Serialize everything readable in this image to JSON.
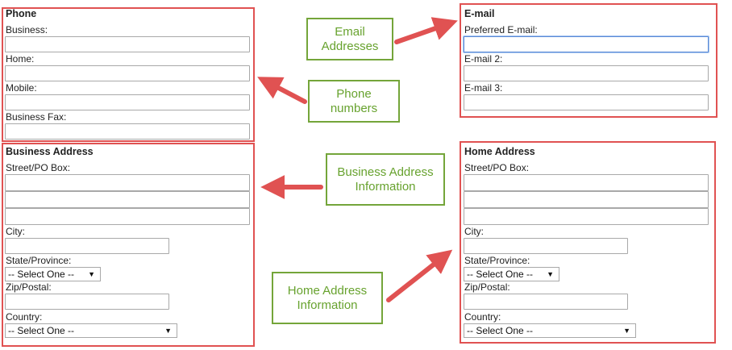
{
  "phone": {
    "title": "Phone",
    "business_label": "Business:",
    "home_label": "Home:",
    "mobile_label": "Mobile:",
    "fax_label": "Business Fax:"
  },
  "email": {
    "title": "E-mail",
    "preferred_label": "Preferred E-mail:",
    "email2_label": "E-mail 2:",
    "email3_label": "E-mail 3:"
  },
  "business_address": {
    "title": "Business Address",
    "street_label": "Street/PO Box:",
    "city_label": "City:",
    "state_label": "State/Province:",
    "state_value": "-- Select One --",
    "zip_label": "Zip/Postal:",
    "country_label": "Country:",
    "country_value": "-- Select One --"
  },
  "home_address": {
    "title": "Home Address",
    "street_label": "Street/PO Box:",
    "city_label": "City:",
    "state_label": "State/Province:",
    "state_value": "-- Select One --",
    "zip_label": "Zip/Postal:",
    "country_label": "Country:",
    "country_value": "-- Select One --"
  },
  "callouts": {
    "email": "Email\nAddresses",
    "phone": "Phone\nnumbers",
    "business": "Business Address\nInformation",
    "home": "Home Address\nInformation"
  },
  "colors": {
    "annotation_red": "#e05252",
    "callout_green": "#74a53a",
    "focus_blue": "#5b8ad6"
  },
  "icons": {
    "dropdown": "chevron-down-icon",
    "arrow": "arrow-icon"
  }
}
